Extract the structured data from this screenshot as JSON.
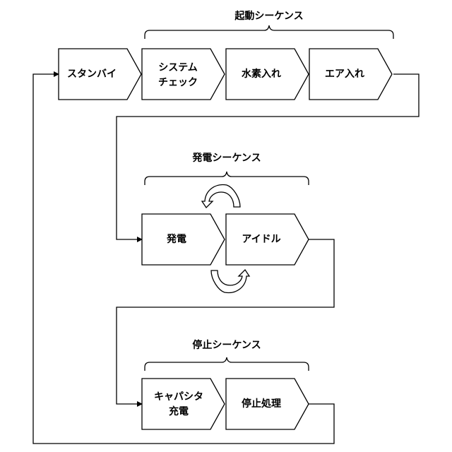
{
  "sequences": {
    "startup": {
      "title": "起動シーケンス"
    },
    "generation": {
      "title": "発電シーケンス"
    },
    "shutdown": {
      "title": "停止シーケンス"
    }
  },
  "steps": {
    "standby": [
      "スタンバイ"
    ],
    "system_check": [
      "システム",
      "チェック"
    ],
    "hydrogen_in": [
      "水素入れ"
    ],
    "air_in": [
      "エア入れ"
    ],
    "generate": [
      "発電"
    ],
    "idle": [
      "アイドル"
    ],
    "capacitor_charge": [
      "キャパシタ",
      "充電"
    ],
    "stop_process": [
      "停止処理"
    ]
  }
}
